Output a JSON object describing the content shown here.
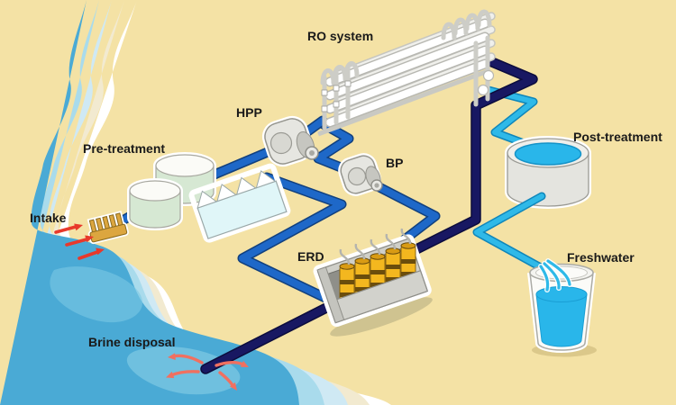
{
  "diagram": {
    "labels": {
      "intake": "Intake",
      "pretreatment": "Pre-treatment",
      "hpp": "HPP",
      "ro_system": "RO system",
      "bp": "BP",
      "erd": "ERD",
      "post_treatment": "Post-treatment",
      "freshwater": "Freshwater",
      "brine_disposal": "Brine disposal"
    },
    "colors": {
      "sand": "#f4e2a5",
      "ocean": "#4aaad5",
      "ocean_band_light": "#a9dbec",
      "ocean_band_pale": "#cfe9f4",
      "ocean_band_cream": "#f2ead0",
      "ocean_foam": "#ffffff",
      "feed_pipe": "#1e68c8",
      "brine_pipe": "#181862",
      "freshwater_pipe": "#2fb9e8",
      "water": "#29b6ea",
      "erd_gold": "#f3b71f",
      "intake_arrow": "#e8392b",
      "brine_arrow": "#f07060",
      "label_color": "#1a1a1a"
    }
  }
}
